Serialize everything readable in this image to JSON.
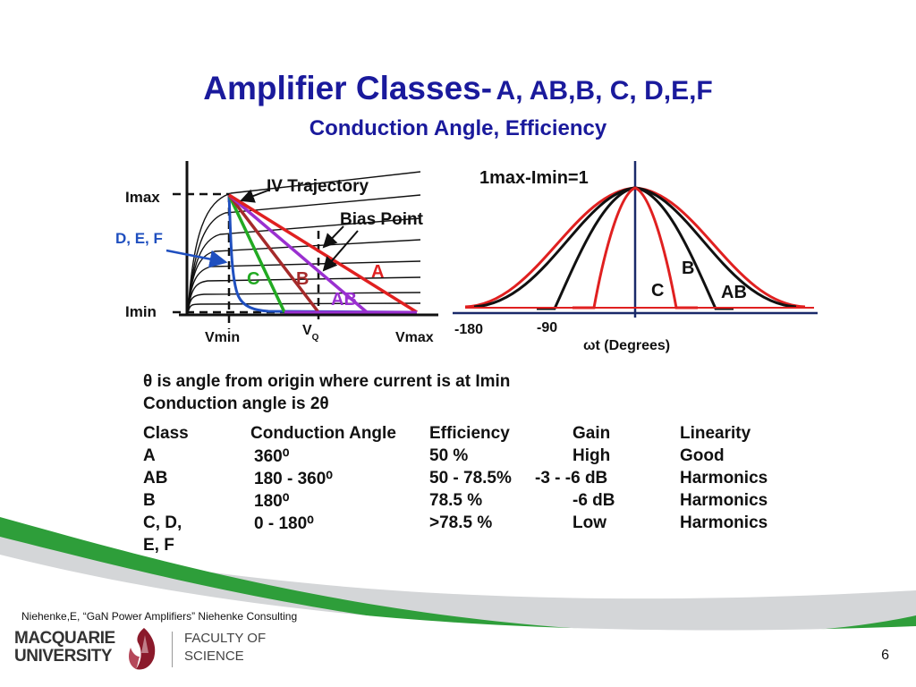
{
  "slide": {
    "title_main": "Amplifier Classes-",
    "title_classes": "A, AB,B, C, D,E,F",
    "subtitle": "Conduction Angle, Efficiency",
    "page_number": "6"
  },
  "iv_figure": {
    "imax_label": "Imax",
    "imin_label": "Imin",
    "def_label": "D, E, F",
    "iv_trajectory_label": "IV Trajectory",
    "bias_point_label": "Bias Point",
    "vmin_label": "Vmin",
    "vq_label": "V",
    "vq_sub": "Q",
    "vmax_label": "Vmax",
    "line_labels": {
      "a": "A",
      "b": "B",
      "c": "C",
      "ab": "AB"
    }
  },
  "waveform_figure": {
    "header": "1max-Imin=1",
    "tick_left": "-180",
    "tick_mid": "-90",
    "axis_label": "ωt (Degrees)",
    "labels": {
      "b": "B",
      "c": "C",
      "ab": "AB"
    }
  },
  "notes": {
    "theta": "θ  is angle from origin where current is at Imin",
    "conduction": "Conduction angle is 2θ"
  },
  "table": {
    "headers": [
      "Class",
      "Conduction Angle",
      "Efficiency",
      "Gain",
      "Linearity"
    ],
    "rows": [
      [
        "A",
        "360⁰",
        "50  %",
        "High",
        "Good"
      ],
      [
        "AB",
        "180 - 360⁰",
        "50 - 78.5%",
        "-3 - -6 dB",
        "Harmonics"
      ],
      [
        "B",
        "180⁰",
        "78.5 %",
        "-6 dB",
        "Harmonics"
      ],
      [
        "C, D,",
        "0 - 180⁰",
        ">78.5 %",
        "Low",
        "Harmonics"
      ],
      [
        "E, F",
        "",
        "",
        "",
        ""
      ]
    ]
  },
  "footer": {
    "citation": "Niehenke,E, “GaN Power Amplifiers” Niehenke Consulting",
    "university_line1": "MACQUARIE",
    "university_line2": "UNIVERSITY",
    "faculty_line1": "FACULTY OF",
    "faculty_line2": "SCIENCE"
  },
  "colors": {
    "title": "#1a1a9c",
    "green_band": "#2e9e3a",
    "gray_band": "#d4d6d8",
    "red": "#e02020",
    "darkred": "#a52a2a",
    "green_line": "#22aa22",
    "purple": "#9a30d0",
    "blue": "#1f4fbf"
  }
}
